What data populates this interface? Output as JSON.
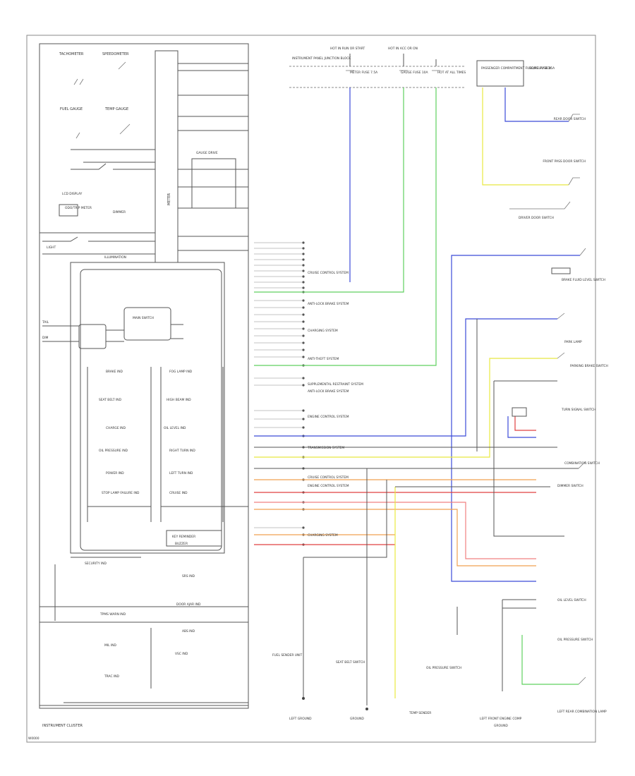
{
  "diagram": {
    "footer_label": "INSTRUMENT CLUSTER",
    "corner_code": "W0000",
    "colors": {
      "blue": "#3b4bd8",
      "green": "#5fd05f",
      "yellow": "#e8e840",
      "orange": "#f0a050",
      "red": "#e04040",
      "pink": "#f08080",
      "wire": "#555555"
    },
    "cluster": {
      "gauges": [
        "TACHOMETER",
        "SPEEDOMETER",
        "FUEL GAUGE",
        "TEMP GAUGE"
      ],
      "meter_label": "METER",
      "gauge_drive": "GAUGE DRIVE",
      "lcd_display": "LCD DISPLAY",
      "odo_trip": "ODO/TRIP METER",
      "dimmer": "DIMMER",
      "indicator_lights": {
        "left": [
          "BRAKE IND",
          "SEAT BELT IND",
          "CHARGE IND",
          "OIL PRESSURE IND",
          "POWER IND",
          "STOP LAMP FAILURE IND"
        ],
        "right": [
          "FOG LAMP IND",
          "HIGH BEAM IND",
          "OIL LEVEL IND",
          "RIGHT TURN IND",
          "LEFT TURN IND",
          "CRUISE IND"
        ]
      },
      "bottom_indicators": [
        "TPMS WARN IND",
        "MIL IND",
        "ABS IND",
        "TRAC IND",
        "DOOR AJAR IND",
        "SRS IND",
        "SECURITY IND",
        "VSC IND"
      ],
      "illumination": "ILLUMINATION",
      "key_reminder": "KEY REMINDER",
      "main_switch": "MAIN SWITCH",
      "light_label": "LIGHT"
    },
    "top_labels": [
      {
        "id": "ign",
        "text": "HOT IN RUN OR START"
      },
      {
        "id": "acc",
        "text": "HOT IN ACC OR ON"
      },
      {
        "id": "batt",
        "text": "HOT AT ALL TIMES"
      },
      {
        "id": "fuse1",
        "text": "METER FUSE 7.5A"
      },
      {
        "id": "fuse2",
        "text": "GAUGE FUSE 10A"
      },
      {
        "id": "fuse3",
        "text": "DOME FUSE 15A"
      },
      {
        "id": "jb",
        "text": "INSTRUMENT PANEL JUNCTION BLOCK"
      },
      {
        "id": "passenger",
        "text": "PASSENGER COMPARTMENT FUSE/RELAY BOX"
      }
    ],
    "right_labels": [
      {
        "id": "door_rear",
        "text": "REAR DOOR SWITCH"
      },
      {
        "id": "door_fr",
        "text": "FRONT PASS DOOR SWITCH"
      },
      {
        "id": "door_fl",
        "text": "DRIVER DOOR SWITCH"
      },
      {
        "id": "brake_fluid",
        "text": "BRAKE FLUID LEVEL SWITCH"
      },
      {
        "id": "parking_brake",
        "text": "PARKING BRAKE SWITCH"
      },
      {
        "id": "park_lamp",
        "text": "PARK LAMP"
      },
      {
        "id": "turn_signal",
        "text": "TURN SIGNAL SWITCH"
      },
      {
        "id": "combination",
        "text": "COMBINATION SWITCH"
      },
      {
        "id": "dimmer_sw",
        "text": "DIMMER SWITCH"
      },
      {
        "id": "oil_level",
        "text": "OIL LEVEL SWITCH"
      },
      {
        "id": "oil_pressure",
        "text": "OIL PRESSURE SWITCH"
      },
      {
        "id": "left_rear_comb",
        "text": "LEFT REAR COMBINATION LAMP"
      }
    ],
    "middle_labels": [
      {
        "id": "lbl1",
        "text": "CRUISE CONTROL SYSTEM"
      },
      {
        "id": "lbl2",
        "text": "ANTI-LOCK BRAKE SYSTEM"
      },
      {
        "id": "lbl3",
        "text": "CHARGING SYSTEM"
      },
      {
        "id": "lbl4",
        "text": "ANTI-THEFT SYSTEM"
      },
      {
        "id": "lbl5",
        "text": "SUPPLEMENTAL RESTRAINT SYSTEM"
      },
      {
        "id": "lbl6",
        "text": "ANTI-LOCK BRAKE SYSTEM"
      },
      {
        "id": "lbl7",
        "text": "ENGINE CONTROL SYSTEM"
      },
      {
        "id": "lbl8",
        "text": "TRANSMISSION SYSTEM"
      },
      {
        "id": "lbl9",
        "text": "CRUISE CONTROL SYSTEM"
      },
      {
        "id": "lbl10",
        "text": "ENGINE CONTROL SYSTEM"
      },
      {
        "id": "lbl11",
        "text": "CHARGING SYSTEM"
      }
    ],
    "bottom_labels": [
      {
        "id": "fuel_sender",
        "text": "FUEL SENDER UNIT"
      },
      {
        "id": "left_ground",
        "text": "LEFT GROUND"
      },
      {
        "id": "seat_belt",
        "text": "SEAT BELT SWITCH"
      },
      {
        "id": "ground2",
        "text": "GROUND"
      },
      {
        "id": "temp_sender",
        "text": "TEMP SENDER"
      },
      {
        "id": "ground3",
        "text": "GROUND"
      },
      {
        "id": "oil_press_sw",
        "text": "OIL PRESSURE SWITCH"
      },
      {
        "id": "left_front",
        "text": "LEFT FRONT ENGINE COMP"
      }
    ]
  }
}
